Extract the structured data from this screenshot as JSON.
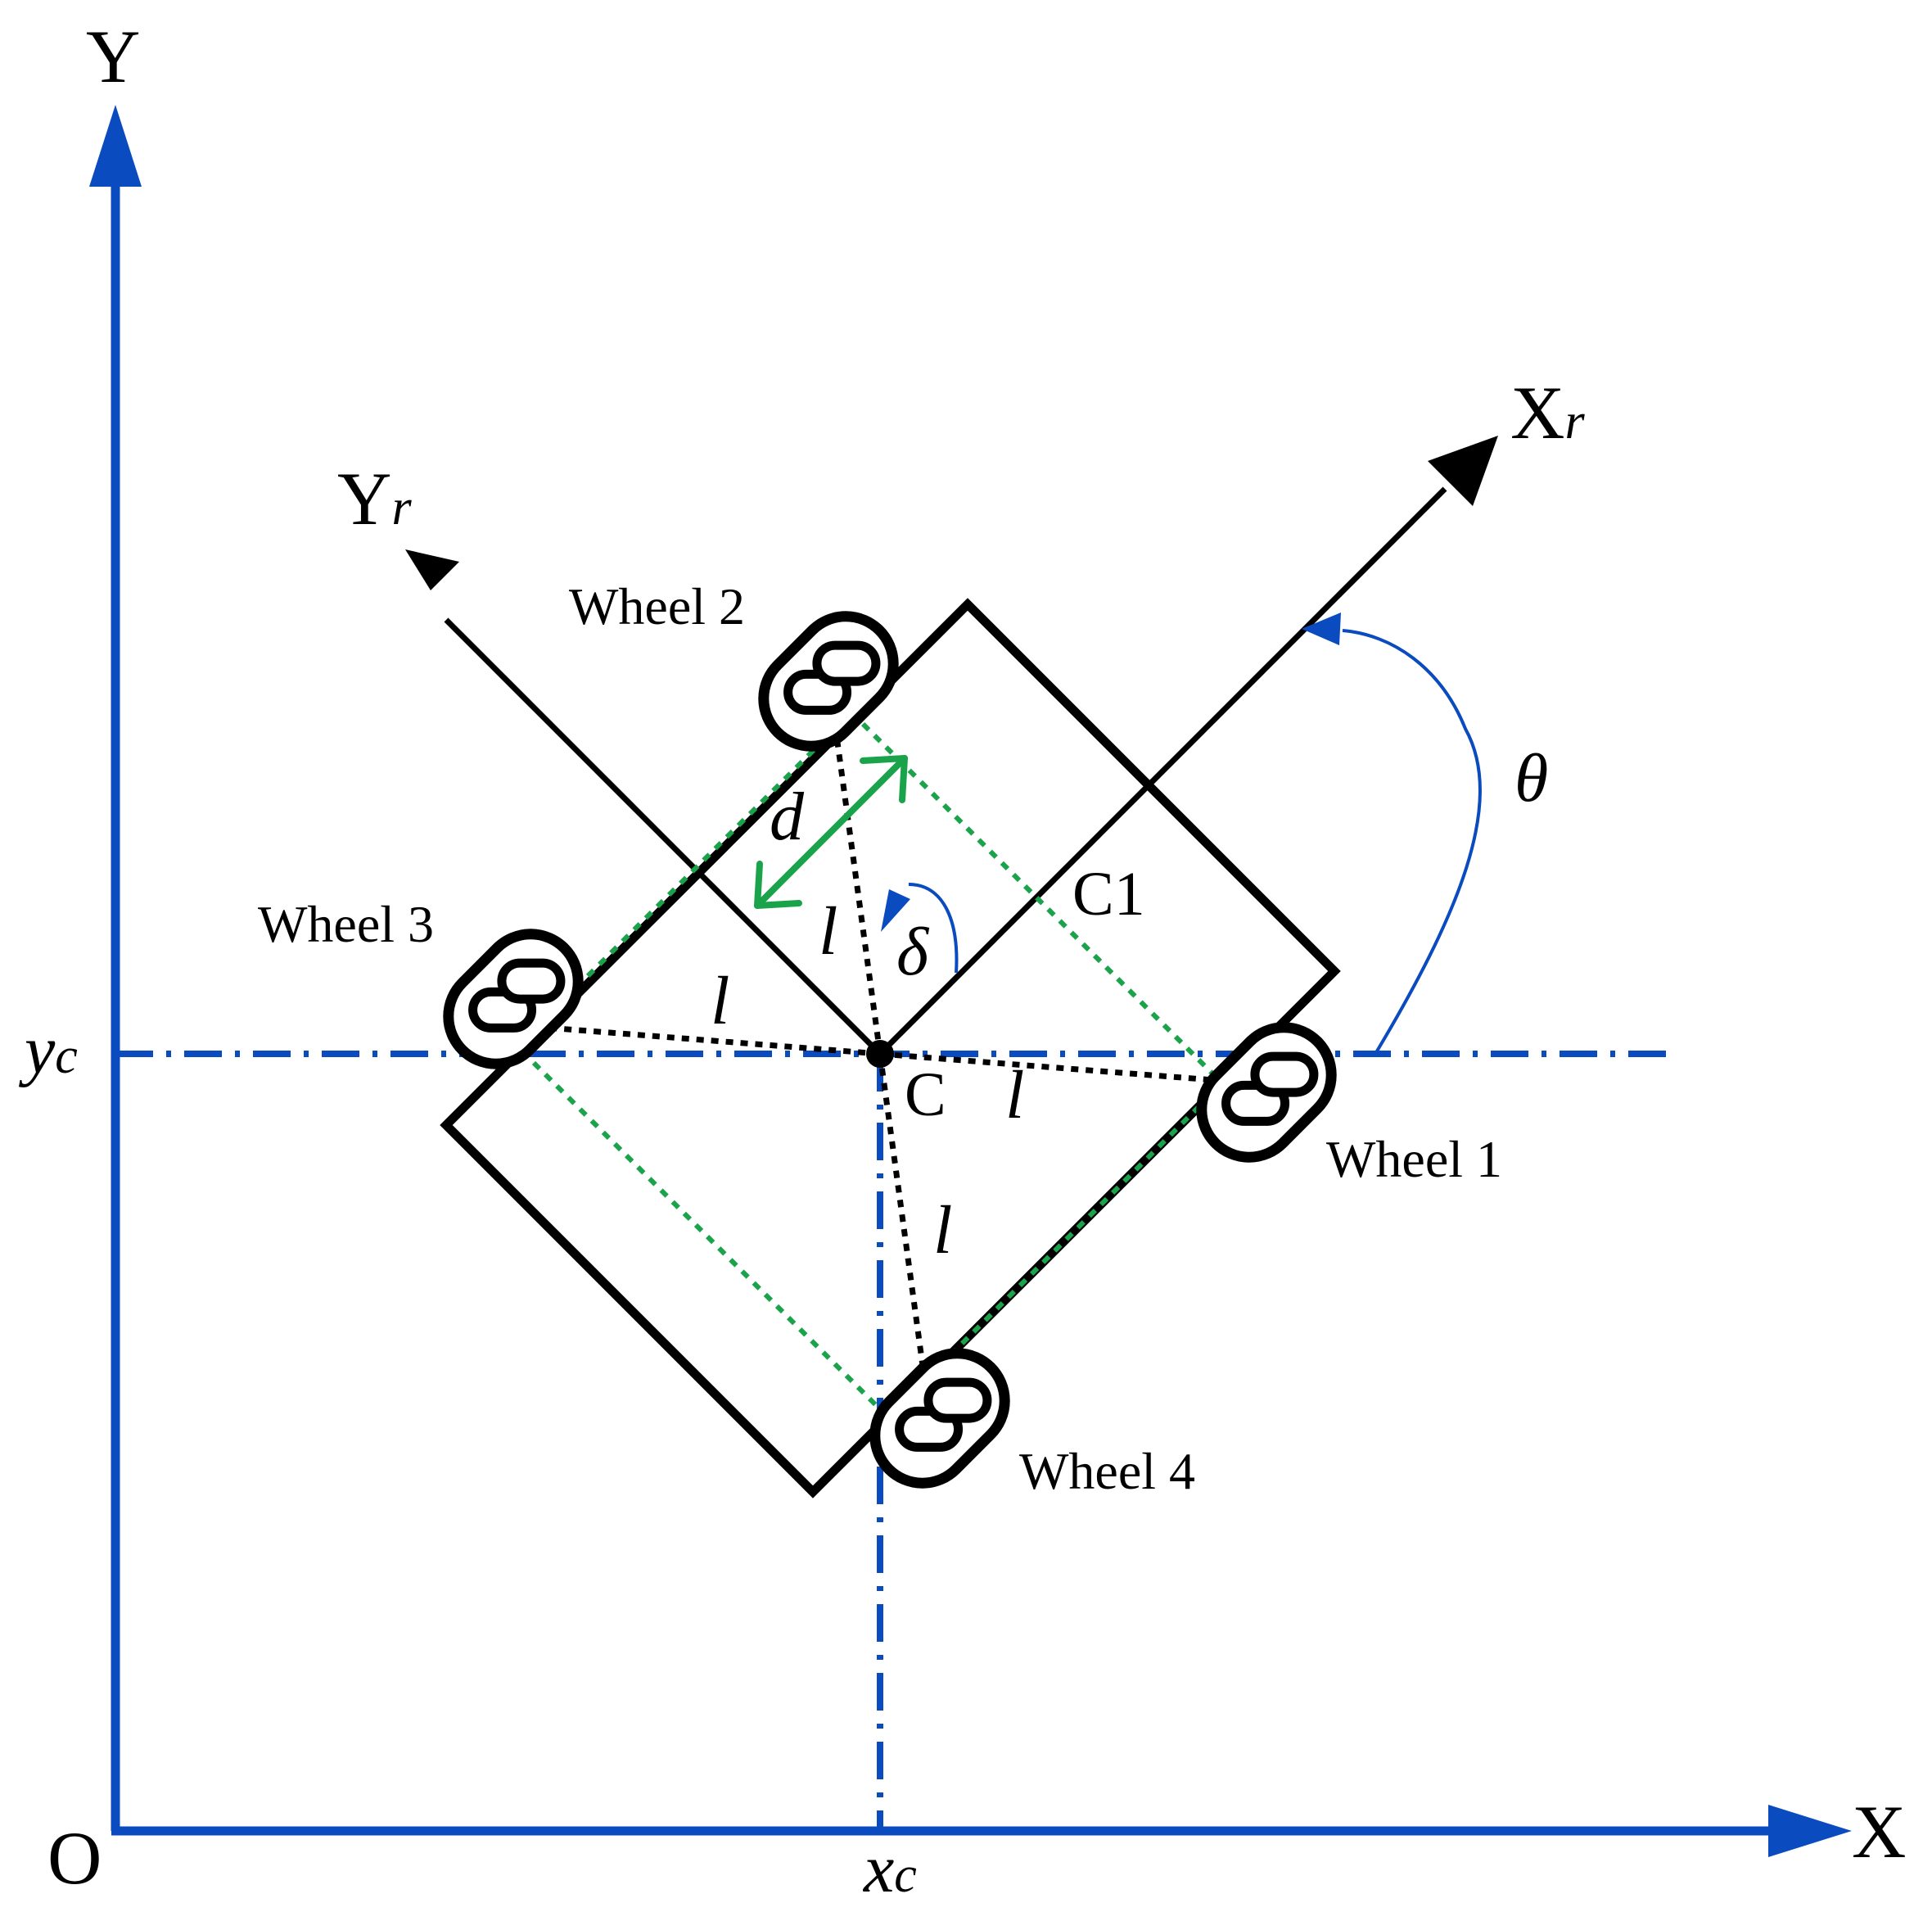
{
  "axes": {
    "y_label": "Y",
    "x_label": "X",
    "origin_label": "O",
    "xc_main": "x",
    "xc_sub": "c",
    "yc_main": "y",
    "yc_sub": "c"
  },
  "robot_frame": {
    "xr_main": "X",
    "xr_sub": "r",
    "yr_main": "Y",
    "yr_sub": "r"
  },
  "points": {
    "center": "C",
    "c1": "C1"
  },
  "symbols": {
    "theta": "θ",
    "delta": "δ",
    "d": "d",
    "l": "l"
  },
  "wheels": {
    "w1": "Wheel 1",
    "w2": "Wheel 2",
    "w3": "Wheel 3",
    "w4": "Wheel 4"
  },
  "colors": {
    "axis_blue": "#0a4bbf",
    "green": "#1aa34a",
    "black": "#000000"
  }
}
